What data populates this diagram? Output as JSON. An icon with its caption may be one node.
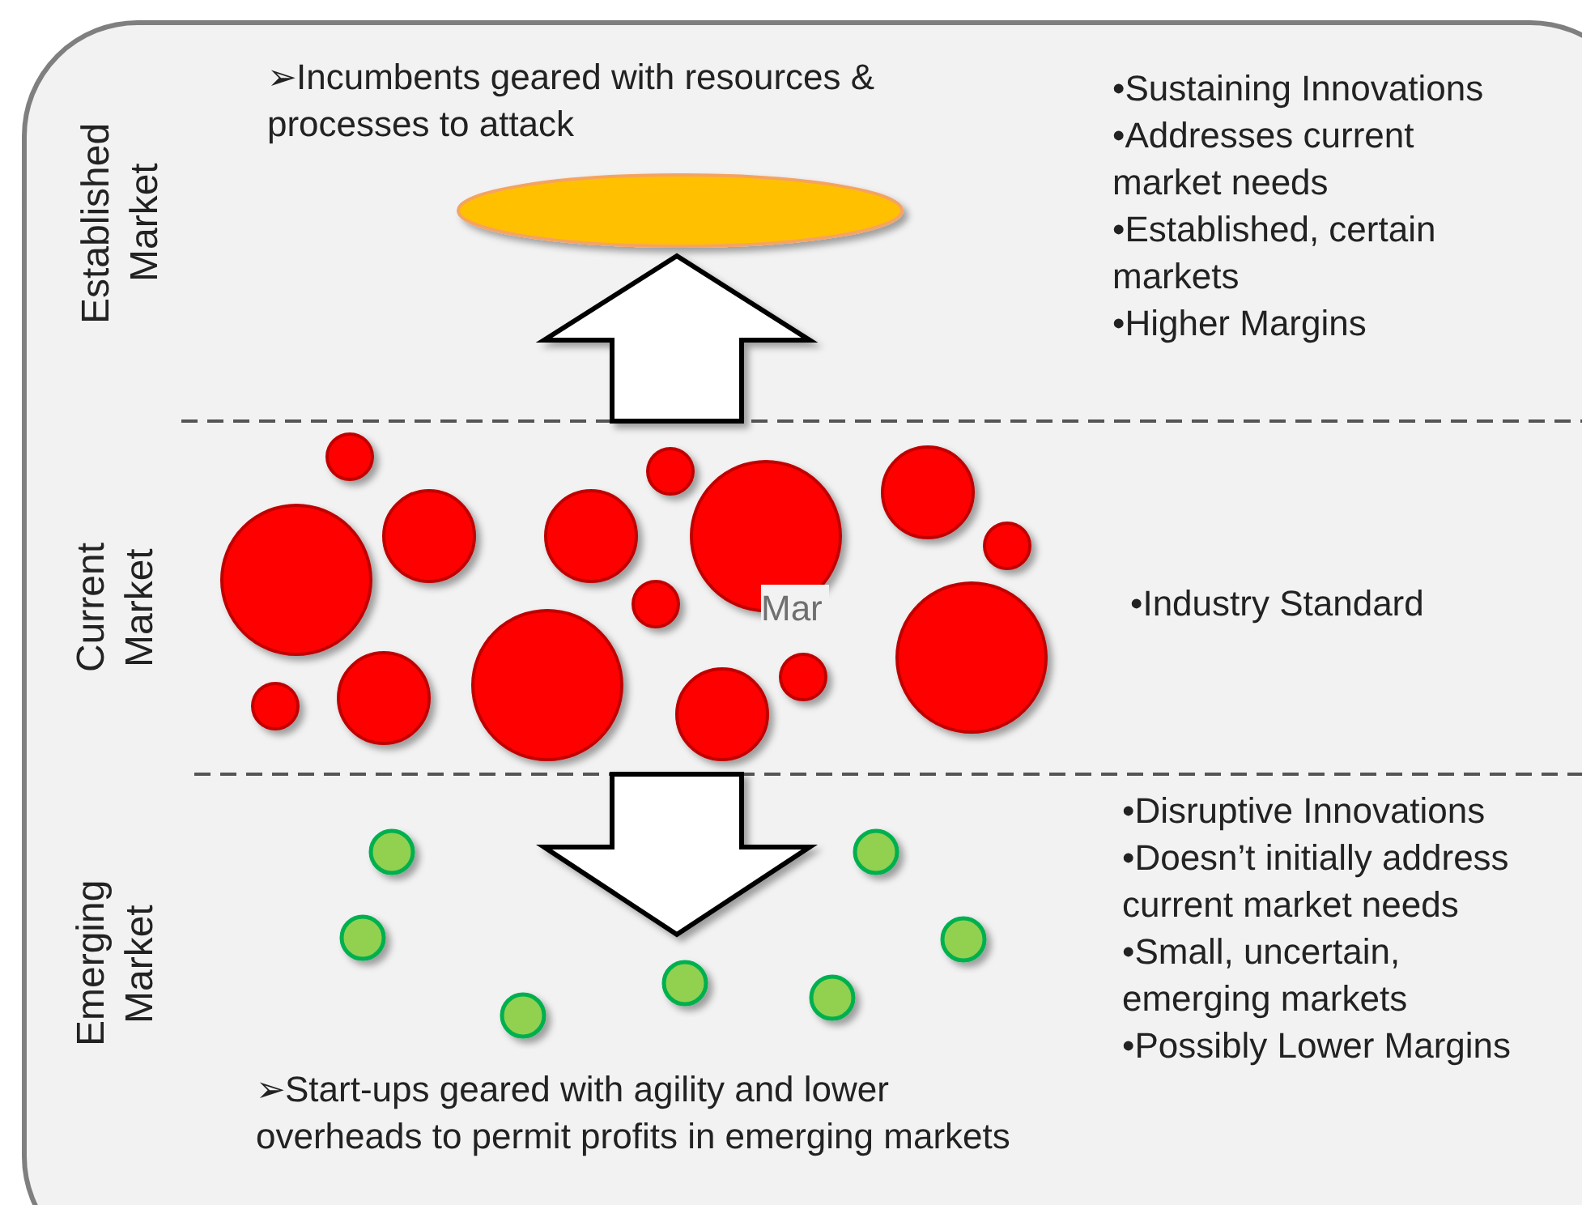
{
  "diagram": {
    "labels": [
      "Established Market",
      "➢Incumbents geared with resources & processes to attack",
      "•Sustaining Innovations",
      "•Addresses current market needs",
      "•Established, certain markets",
      "•Higher Margins",
      "Current Market",
      "Mar",
      "•Industry Standard",
      "Emerging Market",
      "•Disruptive Innovations",
      "•Doesn’t initially address current market needs",
      "•Small, uncertain, emerging markets",
      "•Possibly Lower Margins",
      "➢Start-ups geared with agility and lower overheads to permit profits in emerging markets"
    ]
  }
}
